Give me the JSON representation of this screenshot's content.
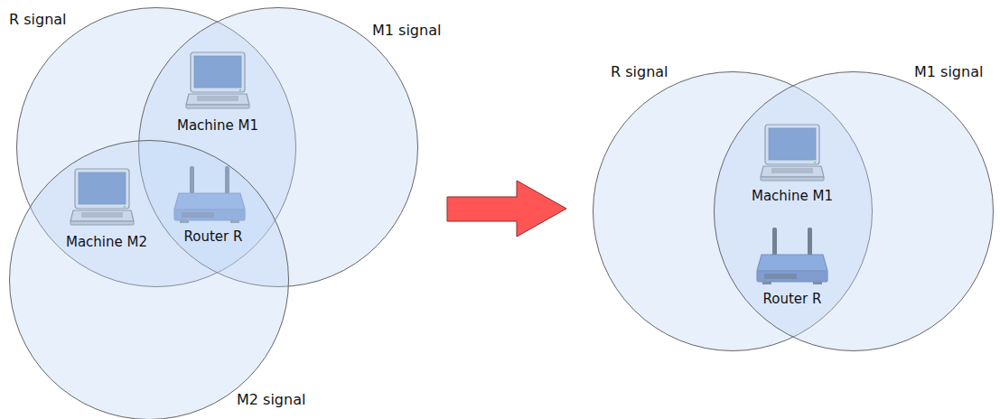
{
  "diagram": {
    "nodes": [
      {
        "text": [
          "R signal"
        ]
      },
      {
        "text": [
          "M1 signal"
        ]
      },
      {
        "text": [
          "M2 signal"
        ]
      },
      {
        "text": [
          "R signal"
        ]
      },
      {
        "text": [
          "M1 signal"
        ]
      }
    ],
    "labels": [
      "Machine M1",
      "Machine M2",
      "Router R",
      "Machine M1",
      "Router R"
    ]
  }
}
